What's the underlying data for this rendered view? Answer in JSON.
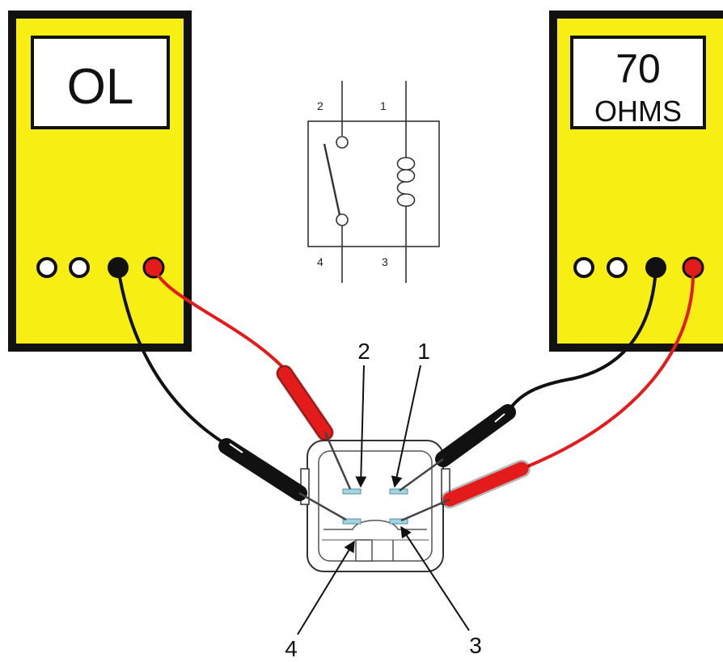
{
  "meters": {
    "left": {
      "reading": "OL",
      "unit": ""
    },
    "right": {
      "reading": "70",
      "unit": "OHMS"
    }
  },
  "schematic": {
    "terminals": [
      "2",
      "1",
      "4",
      "3"
    ]
  },
  "connector": {
    "callouts": [
      "2",
      "1",
      "4",
      "3"
    ]
  },
  "colors": {
    "meter_yellow": "#f7ef14",
    "lead_red": "#e31b1b",
    "lead_black": "#111111",
    "pin_blue": "#9fd4e0"
  }
}
